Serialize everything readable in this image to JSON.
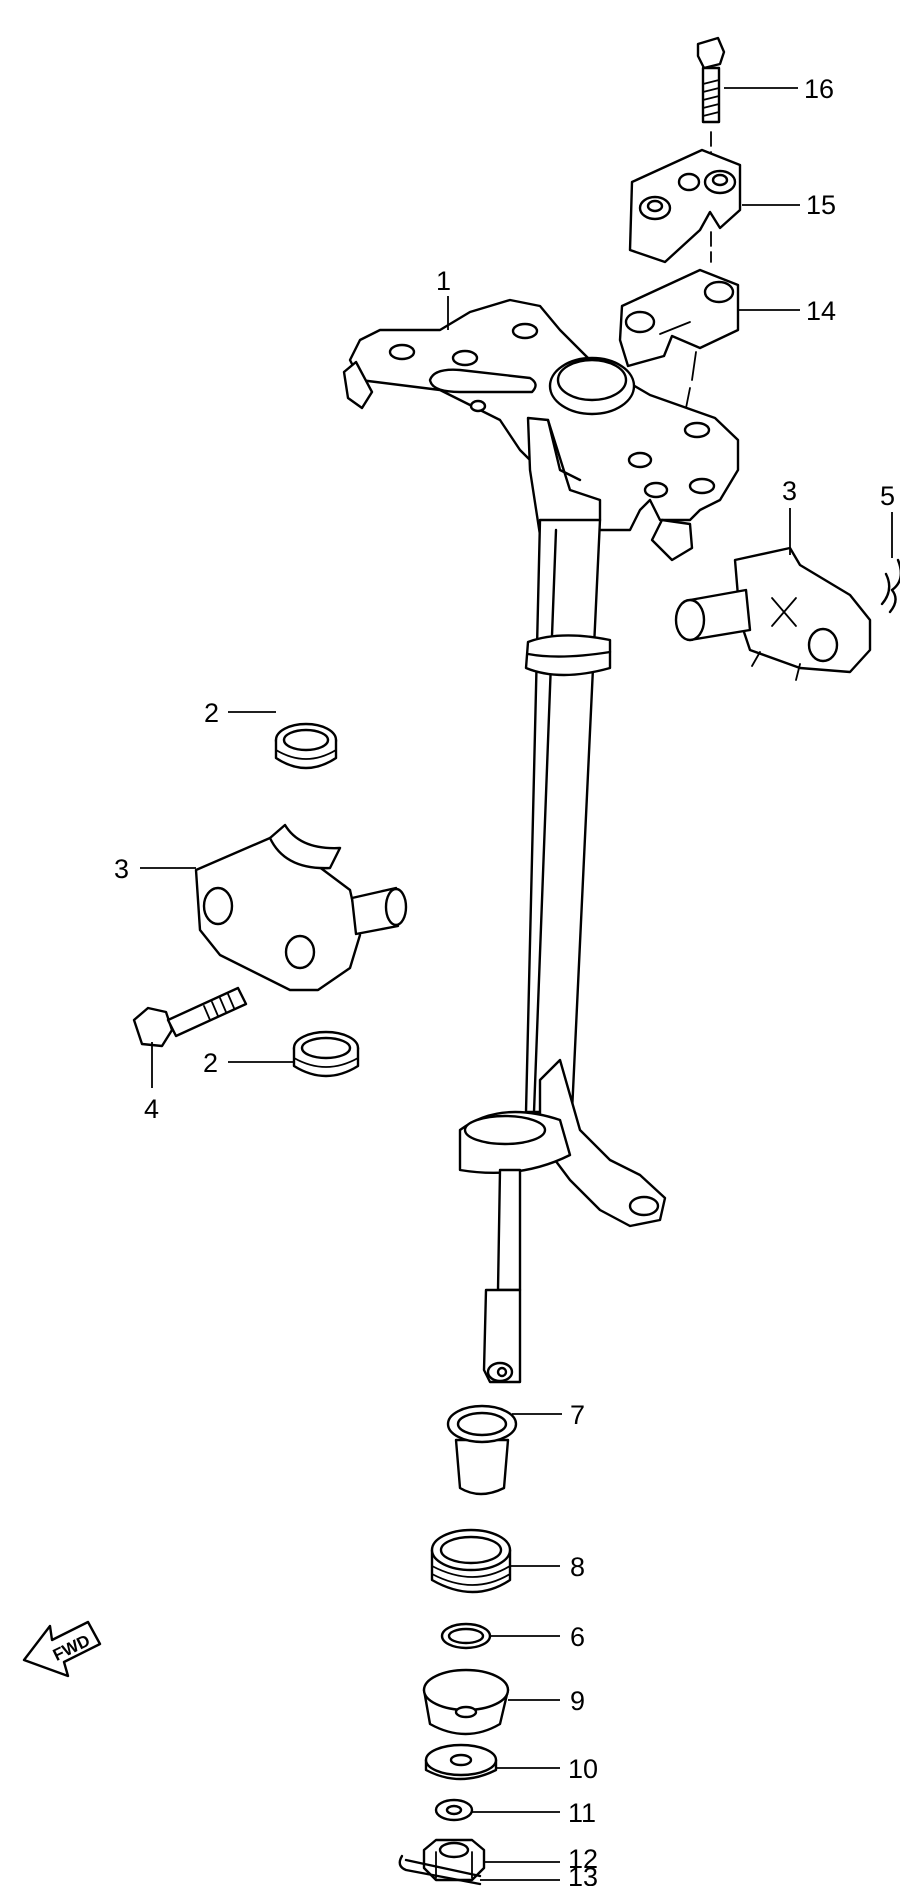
{
  "callouts": {
    "c1": "1",
    "c2a": "2",
    "c2b": "2",
    "c3a": "3",
    "c3b": "3",
    "c4": "4",
    "c5": "5",
    "c6": "6",
    "c7": "7",
    "c8": "8",
    "c9": "9",
    "c10": "10",
    "c11": "11",
    "c12": "12",
    "c13": "13",
    "c14": "14",
    "c15": "15",
    "c16": "16"
  },
  "fwd_label": "FWD"
}
